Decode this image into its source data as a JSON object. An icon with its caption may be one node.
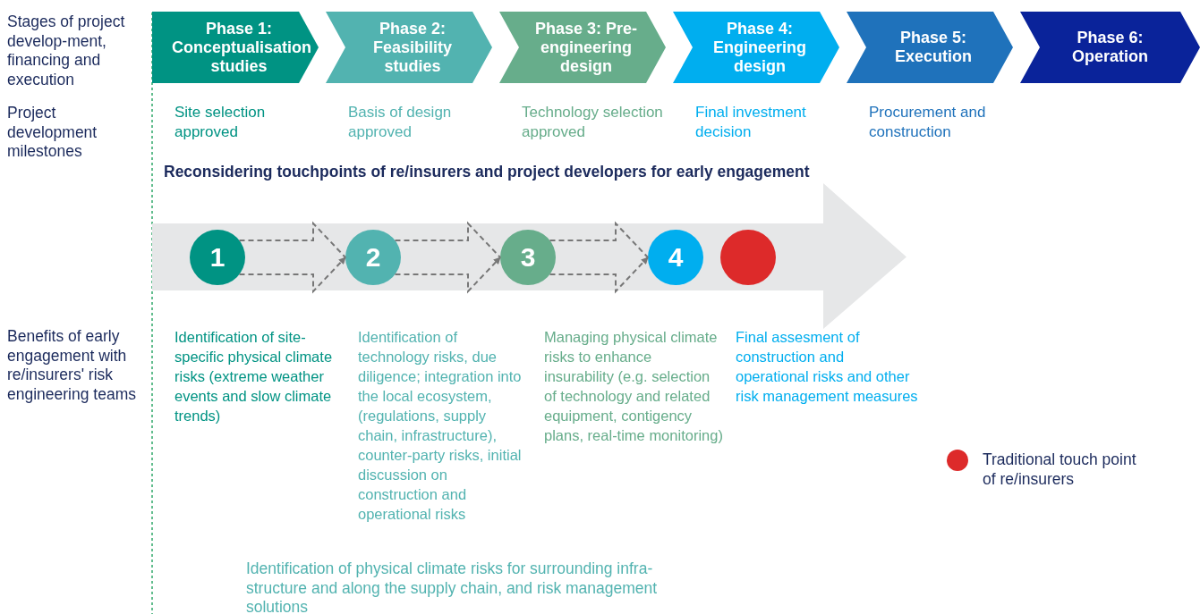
{
  "diagram": {
    "nodes": [
      {
        "text": [
          "Phase 1: Conceptualisation studies"
        ],
        "beside": [
          "Site selection approved"
        ]
      },
      {
        "text": [
          "Phase 2: Feasibility studies"
        ],
        "beside": [
          "Basis of design approved"
        ]
      },
      {
        "text": [
          "Phase 3: Pre-engineering design"
        ],
        "beside": [
          "Technology selection approved"
        ]
      },
      {
        "text": [
          "Phase 4: Engineering design"
        ],
        "beside": [
          "Final investment decision"
        ]
      },
      {
        "text": [
          "Phase 5: Execution"
        ],
        "beside": [
          "Procurement and construction"
        ]
      },
      {
        "text": [
          "Phase 6: Operation"
        ]
      },
      {
        "text": [],
        "shape": "arrow"
      },
      {
        "text": [
          "1"
        ],
        "in": 6,
        "beside": [
          "Identification of site-specific physical climate risks (extreme weather events and slow climate trends)"
        ]
      },
      {
        "text": [
          "2"
        ],
        "in": 6,
        "beside": [
          "Identification of technology risks, due diligence; integration into the local ecosystem, (regulations, supply chain, infrastructure), counter-party risks, initial discussion on construction and operational risks"
        ]
      },
      {
        "text": [
          "3"
        ],
        "in": 6,
        "beside": [
          "Managing physical climate risks to enhance insurability (e.g. selection of technology and related equipment, contigency plans, real-time monitoring)"
        ]
      },
      {
        "text": [
          "4"
        ],
        "in": 6
      },
      {
        "text": [],
        "shape": "circle",
        "in": 6,
        "beside": [
          "Final assesment of construction and operational risks and other risk management measures"
        ]
      }
    ],
    "edges": [
      {
        "from": 7,
        "to": 8,
        "arrow": "to",
        "style": "dashed"
      },
      {
        "from": 8,
        "to": 9,
        "arrow": "to",
        "style": "dashed"
      },
      {
        "from": 9,
        "to": 10,
        "arrow": "to",
        "style": "dashed"
      }
    ],
    "labels": [
      "Stages of project develop-ment, financing and execution",
      "Project development milestones",
      "Reconsidering touchpoints of re/insurers and project developers for early engagement",
      "Benefits of early engagement with re/insurers' risk engineering teams",
      "Identification of physical climate risks for surrounding infra-structure and along the supply chain, and risk management solutions"
    ],
    "legend": [
      {
        "text": "Traditional touch point of re/insurers",
        "color": "#dd2a2a"
      }
    ]
  }
}
